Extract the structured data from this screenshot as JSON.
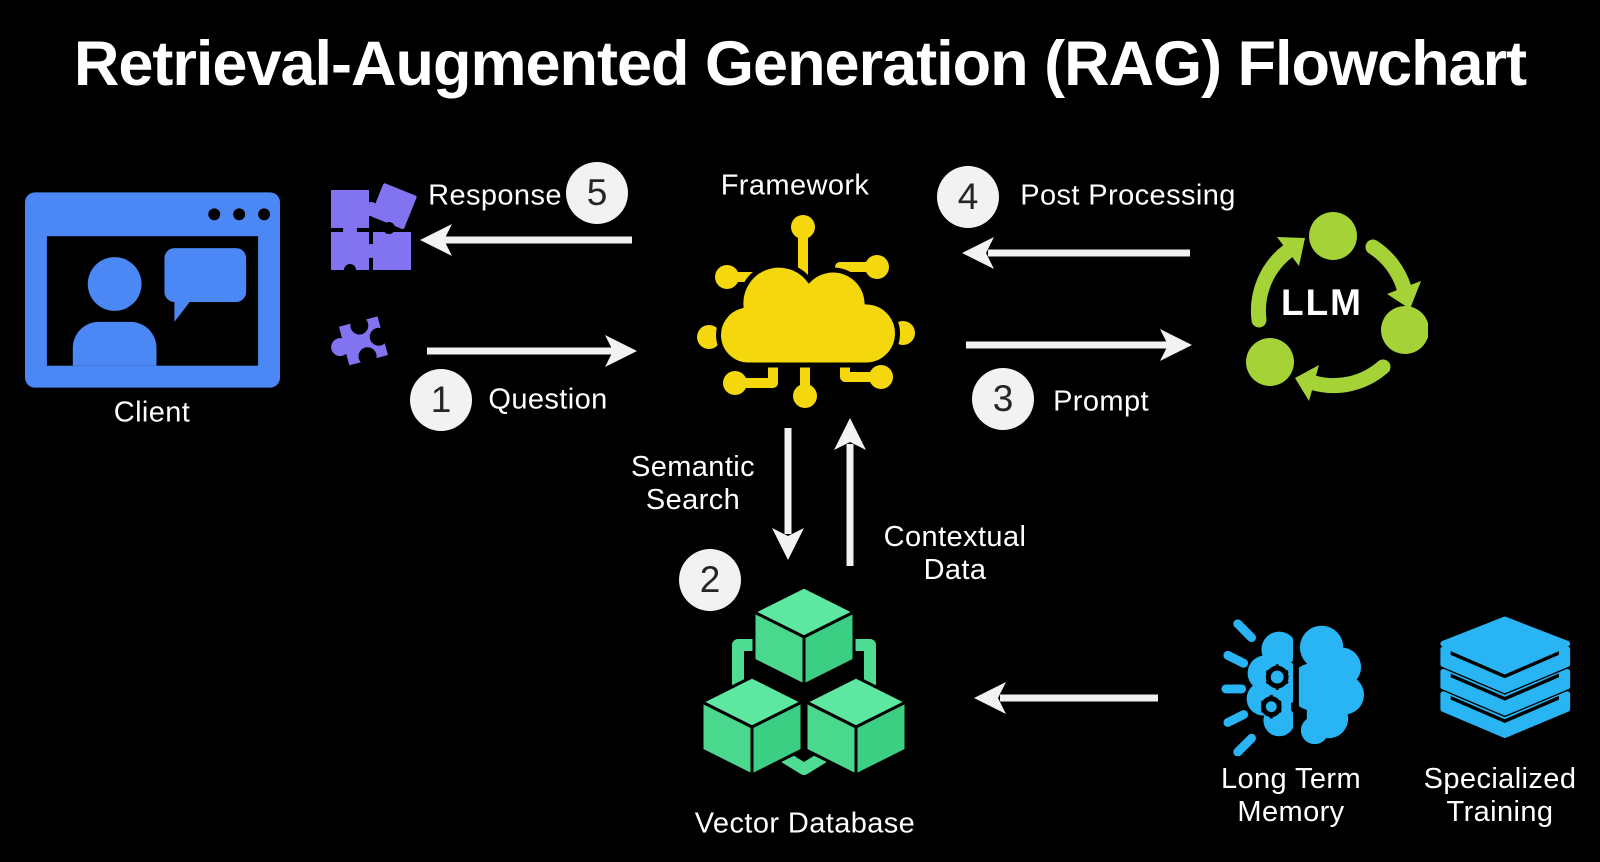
{
  "title": "Retrieval-Augmented Generation (RAG) Flowchart",
  "nodes": {
    "client": {
      "label": "Client"
    },
    "framework": {
      "label": "Framework"
    },
    "llm": {
      "label": "LLM"
    },
    "vector_database": {
      "label": "Vector Database"
    },
    "long_term_memory": {
      "line1": "Long Term",
      "line2": "Memory"
    },
    "specialized_training": {
      "line1": "Specialized",
      "line2": "Training"
    }
  },
  "steps": {
    "question": {
      "number": "1",
      "label": "Question"
    },
    "semantic_search": {
      "number": "2",
      "line1": "Semantic",
      "line2": "Search"
    },
    "prompt": {
      "number": "3",
      "label": "Prompt"
    },
    "post_processing": {
      "number": "4",
      "label": "Post Processing"
    },
    "response": {
      "number": "5",
      "label": "Response"
    },
    "contextual_data": {
      "line1": "Contextual",
      "line2": "Data"
    }
  },
  "icons": {
    "client": "browser-window-user-chat-icon",
    "puzzle_group": "assembled-puzzle-pieces-icon",
    "puzzle_single": "single-puzzle-piece-icon",
    "framework": "cloud-network-icon",
    "llm": "cycle-arrows-icon",
    "vector_database": "linked-cubes-icon",
    "long_term_memory": "brain-gears-icon",
    "specialized_training": "book-stack-icon"
  },
  "colors": {
    "background": "#000000",
    "client_blue": "#4b87f5",
    "puzzle_purple": "#8273f0",
    "framework_yellow": "#f5d70e",
    "llm_green": "#a5d337",
    "vector_green": "#4edc92",
    "memory_cyan": "#29b4f4",
    "arrow_white": "#f2f2f2",
    "badge_fill": "#f2f2f2",
    "badge_text": "#252525",
    "label_white": "#ffffff"
  }
}
